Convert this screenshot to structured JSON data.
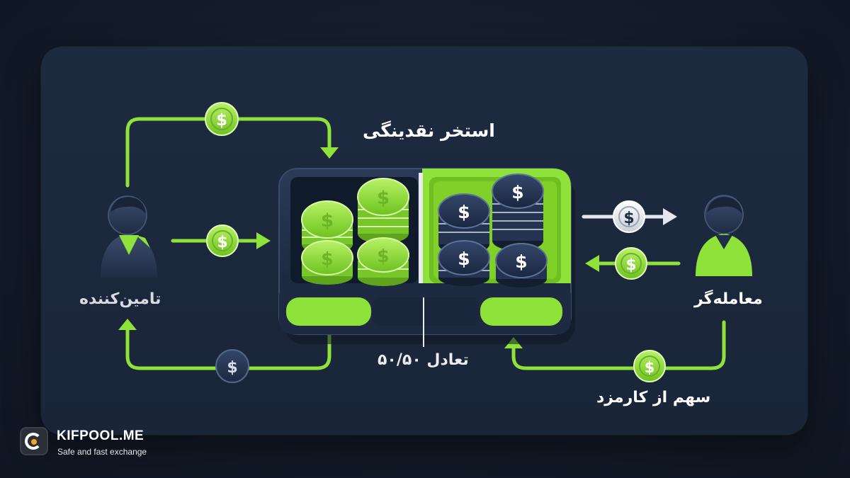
{
  "diagram": {
    "title": "استخر نقدینگی",
    "provider_label": "تامین‌کننده",
    "trader_label": "معامله‌گر",
    "balance_label": "تعادل ۵۰/۵۰",
    "fee_label": "سهم از کارمزد",
    "coin_symbol": "$"
  },
  "brand": {
    "name": "KIFPOOL.ME",
    "tagline": "Safe and fast exchange"
  },
  "colors": {
    "accent_green": "#8ee23a",
    "navy": "#1e2c45",
    "panel": "#1c283c",
    "white": "#f2f4f7"
  }
}
